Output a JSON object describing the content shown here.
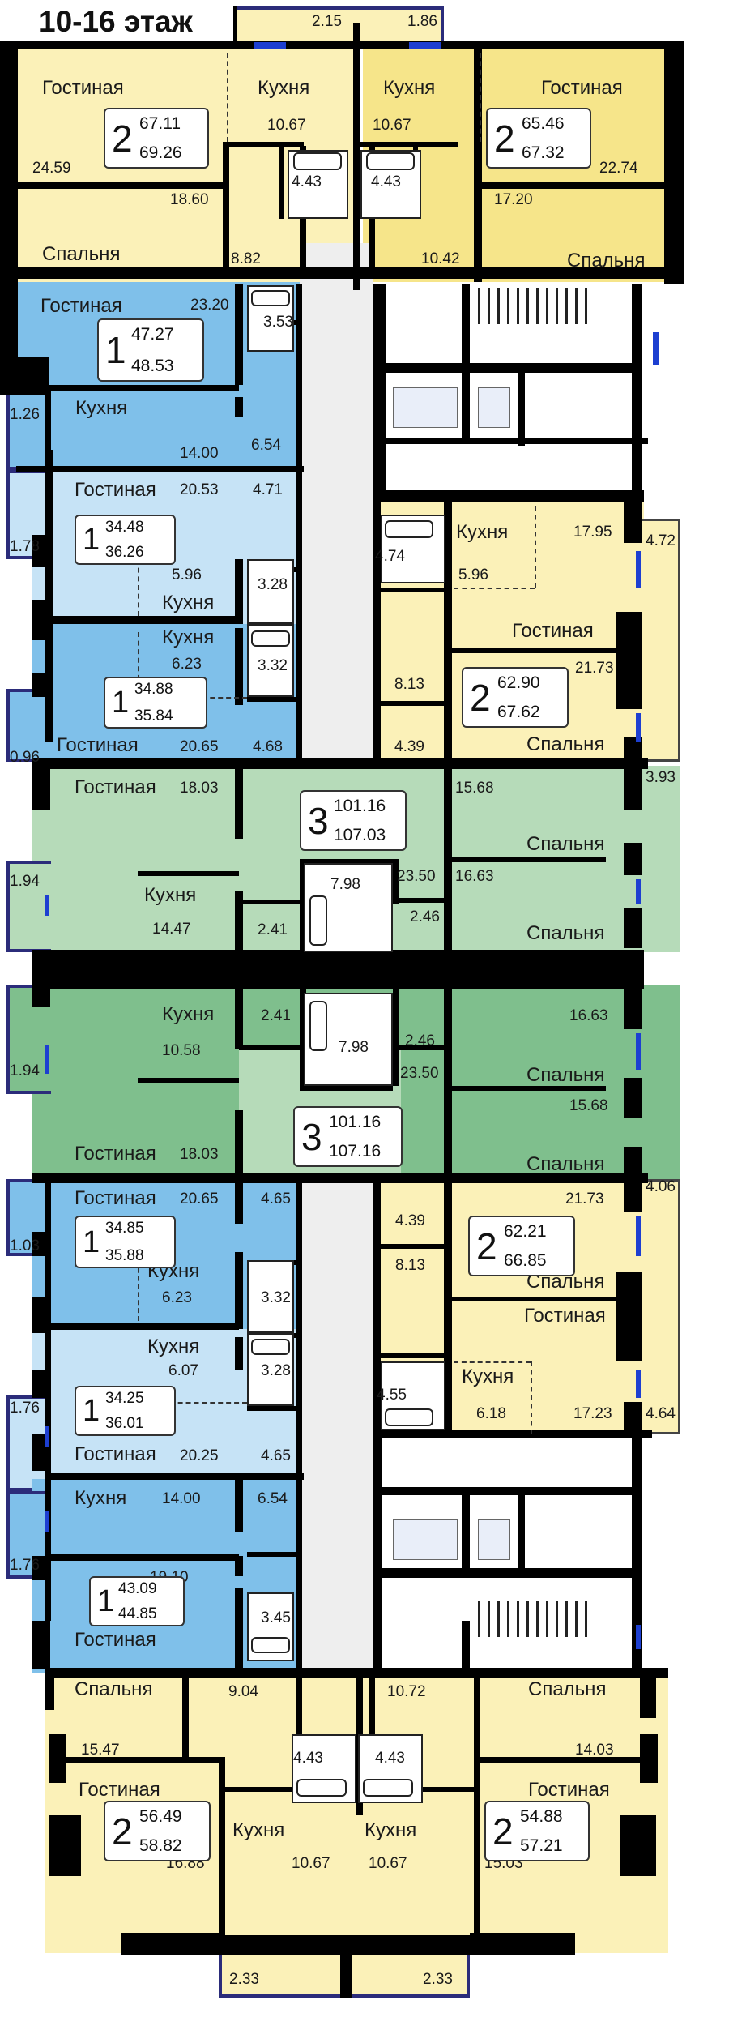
{
  "title": "10-16 этаж",
  "colors": {
    "yellow": "#fbf1b8",
    "yellow_dark": "#f6e58a",
    "blue": "#7fc0ea",
    "blue_light": "#c6e3f6",
    "green": "#b6dbb9",
    "green_dark": "#7fbf8d",
    "corridor": "#eeeeee",
    "wall": "#000000",
    "window": "#1d3fd1"
  },
  "labels": {
    "gostinaya": "Гостиная",
    "kuhnya": "Кухня",
    "spalnya": "Спальня"
  },
  "apartments": [
    {
      "id": "a1",
      "rooms": "2",
      "area_living": "67.11",
      "area_total": "69.26"
    },
    {
      "id": "a2",
      "rooms": "2",
      "area_living": "65.46",
      "area_total": "67.32"
    },
    {
      "id": "a3",
      "rooms": "1",
      "area_living": "47.27",
      "area_total": "48.53"
    },
    {
      "id": "a4",
      "rooms": "1",
      "area_living": "34.48",
      "area_total": "36.26"
    },
    {
      "id": "a5",
      "rooms": "1",
      "area_living": "34.88",
      "area_total": "35.84"
    },
    {
      "id": "a6",
      "rooms": "2",
      "area_living": "62.90",
      "area_total": "67.62"
    },
    {
      "id": "a7",
      "rooms": "3",
      "area_living": "101.16",
      "area_total": "107.03"
    },
    {
      "id": "a8",
      "rooms": "3",
      "area_living": "101.16",
      "area_total": "107.16"
    },
    {
      "id": "a9",
      "rooms": "1",
      "area_living": "34.85",
      "area_total": "35.88"
    },
    {
      "id": "a10",
      "rooms": "2",
      "area_living": "62.21",
      "area_total": "66.85"
    },
    {
      "id": "a11",
      "rooms": "1",
      "area_living": "34.25",
      "area_total": "36.01"
    },
    {
      "id": "a12",
      "rooms": "1",
      "area_living": "43.09",
      "area_total": "44.85"
    },
    {
      "id": "a13",
      "rooms": "2",
      "area_living": "56.49",
      "area_total": "58.82"
    },
    {
      "id": "a14",
      "rooms": "2",
      "area_living": "54.88",
      "area_total": "57.21"
    }
  ],
  "areas": {
    "b_l": "2.15",
    "b_r": "1.86",
    "a1_k": "10.67",
    "a1_g": "24.59",
    "a1_c": "18.60",
    "a1_s": "8.82",
    "a1_wc": "4.43",
    "a2_k": "10.67",
    "a2_g": "22.74",
    "a2_c": "17.20",
    "a2_s": "10.42",
    "a2_wc": "4.43",
    "a3_g": "23.20",
    "a3_wc": "3.53",
    "a3_b": "1.26",
    "a3_k": "14.00",
    "a3_h": "6.54",
    "a4_g": "20.53",
    "a4_h": "4.71",
    "a4_b": "1.78",
    "a4_k": "5.96",
    "a4_wc": "3.28",
    "a5_k": "6.23",
    "a5_wc": "3.32",
    "a5_b": "0.96",
    "a5_g": "20.65",
    "a5_h": "4.68",
    "a6_k": "17.95",
    "a6_b": "4.72",
    "a6_wc": "4.74",
    "a6_kk": "5.96",
    "a6_g": "21.73",
    "a6_h": "8.13",
    "a6_h2": "4.39",
    "a6_b2": "3.93",
    "a7_g": "18.03",
    "a7_b": "1.94",
    "a7_k": "14.47",
    "a7_h": "2.41",
    "a7_wc": "7.98",
    "a7_wc2": "2.46",
    "a7_c": "23.50",
    "a7_s1": "15.68",
    "a7_s2": "16.63",
    "a8_h": "2.41",
    "a8_k": "10.58",
    "a8_b": "1.94",
    "a8_wc": "7.98",
    "a8_wc2": "2.46",
    "a8_c": "23.50",
    "a8_s1": "16.63",
    "a8_s2": "15.68",
    "a8_g": "18.03",
    "a9_g": "20.65",
    "a9_h": "4.65",
    "a9_b": "1.03",
    "a9_k": "6.23",
    "a9_wc": "3.32",
    "a10_s": "21.73",
    "a10_h": "4.39",
    "a10_h2": "8.13",
    "a10_b": "4.06",
    "a10_wc": "4.55",
    "a10_k": "6.18",
    "a10_g": "17.23",
    "a10_b2": "4.64",
    "a11_k": "6.07",
    "a11_wc": "3.28",
    "a11_b": "1.76",
    "a11_g": "20.25",
    "a11_h": "4.65",
    "a12_k": "14.00",
    "a12_h": "6.54",
    "a12_b": "1.76",
    "a12_g": "19.10",
    "a12_wc": "3.45",
    "a13_s": "15.47",
    "a13_h": "9.04",
    "a13_wc": "4.43",
    "a13_g": "16.88",
    "a13_k": "10.67",
    "a14_h": "10.72",
    "a14_s": "14.03",
    "a14_wc": "4.43",
    "a14_g": "15.03",
    "a14_k": "10.67",
    "bb_l": "2.33",
    "bb_r": "2.33"
  }
}
